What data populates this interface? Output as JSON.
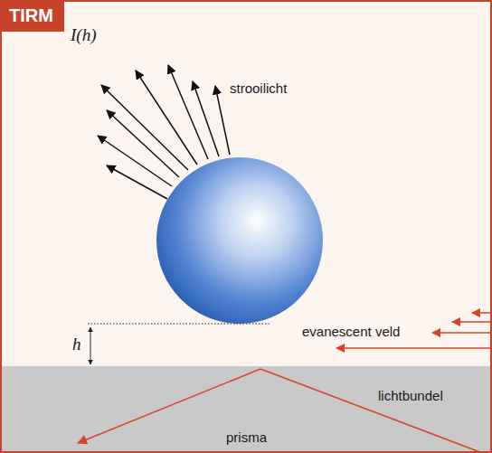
{
  "diagram": {
    "title": "TIRM",
    "nodes": [
      {
        "text": [
          "lichtbundel",
          "prisma"
        ]
      }
    ],
    "labels": [
      "I(h)",
      "strooilicht",
      "h",
      "evanescent veld"
    ]
  }
}
